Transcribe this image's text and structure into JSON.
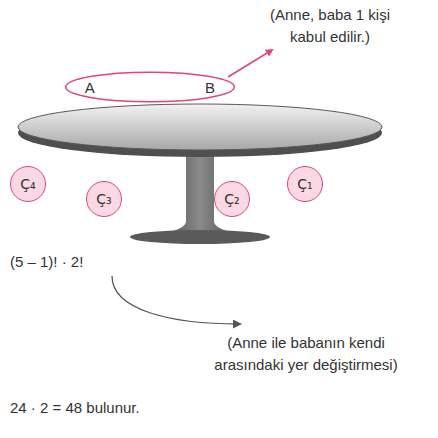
{
  "diagram": {
    "nodes": [
      {
        "text": [
          "A",
          "B"
        ]
      },
      {
        "text": [
          "Ç₄"
        ]
      },
      {
        "text": [
          "Ç₃"
        ]
      },
      {
        "text": [
          "Ç₂"
        ]
      },
      {
        "text": [
          "Ç₁"
        ]
      }
    ],
    "labels": [
      "(Anne, baba 1 kişi kabul edilir.)",
      "(5 – 1)! · 2!",
      "(Anne ile babanın kendi arasındaki yer değiştirmesi)",
      "24 · 2 = 48 bulunur."
    ]
  }
}
